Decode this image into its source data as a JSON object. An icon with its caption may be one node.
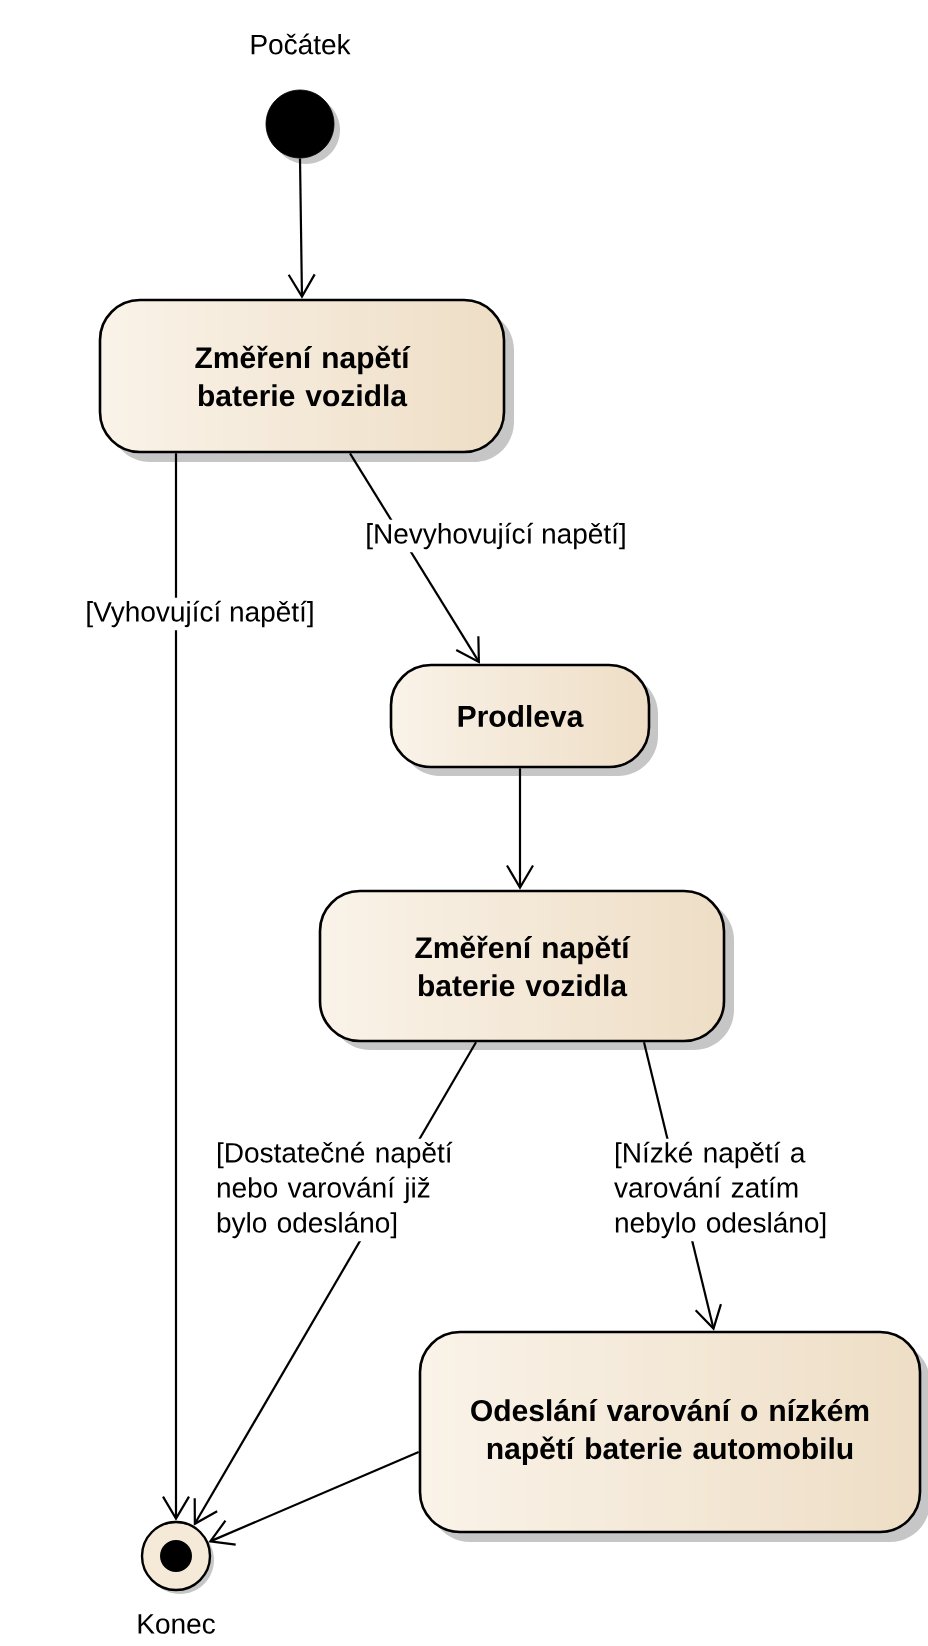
{
  "diagram": {
    "nodes": [
      {
        "text": [],
        "shape": "circle",
        "beside": [
          "Počátek"
        ]
      },
      {
        "text": [
          "Změření napětí baterie vozidla"
        ]
      },
      {
        "text": [
          "Prodleva"
        ]
      },
      {
        "text": [
          "Změření napětí baterie vozidla"
        ]
      },
      {
        "text": [
          "Odeslání varování o nízkém napětí baterie automobilu"
        ]
      },
      {
        "text": [],
        "shape": "circle",
        "beside": [
          "Konec"
        ]
      }
    ],
    "edges": [
      {
        "from": 0,
        "to": 1,
        "arrow": "to"
      },
      {
        "from": 1,
        "to": 5,
        "arrow": "to",
        "label": "[Vyhovující napětí]"
      },
      {
        "from": 1,
        "to": 2,
        "arrow": "to",
        "label": "[Nevyhovující napětí]"
      },
      {
        "from": 2,
        "to": 3,
        "arrow": "to"
      },
      {
        "from": 3,
        "to": 5,
        "arrow": "to",
        "label": "[Dostatečné napětí nebo varování již bylo odesláno]"
      },
      {
        "from": 3,
        "to": 4,
        "arrow": "to",
        "label": "[Nízké napětí a varování zatím nebylo odesláno]"
      },
      {
        "from": 4,
        "to": 5,
        "arrow": "to"
      }
    ]
  }
}
